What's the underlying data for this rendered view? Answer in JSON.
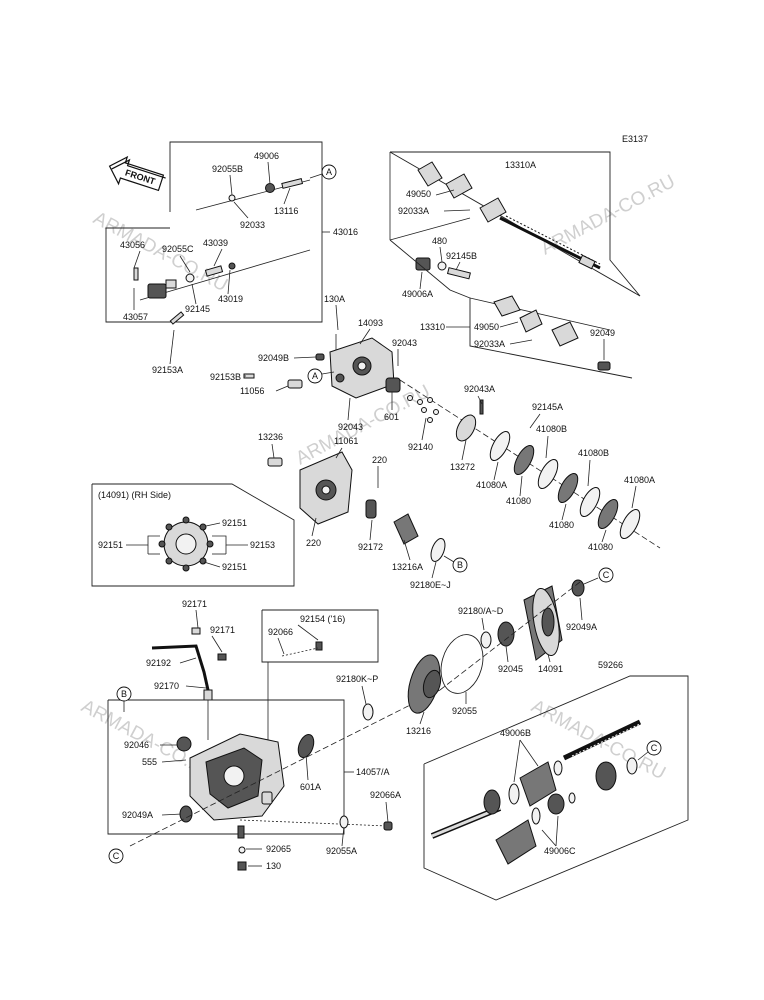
{
  "diagram_code": "E3137",
  "front_label": "FRONT",
  "watermark": "ARMADA-CO.RU",
  "rh_side_note": "(14091) (RH Side)",
  "ref_letters": {
    "a": "A",
    "b": "B",
    "c": "C"
  },
  "parts": {
    "p92055B": "92055B",
    "p49006": "49006",
    "p92033": "92033",
    "p13116": "13116",
    "p43016": "43016",
    "p43056": "43056",
    "p92055C": "92055C",
    "p43039": "43039",
    "p43019": "43019",
    "p43057": "43057",
    "p92145": "92145",
    "p92153A": "92153A",
    "p13310A": "13310A",
    "p49050a": "49050",
    "p92033Aa": "92033A",
    "p480": "480",
    "p92145B": "92145B",
    "p49006A": "49006A",
    "p13310": "13310",
    "p49050b": "49050",
    "p92033Ab": "92033A",
    "p92049": "92049",
    "p130A": "130A",
    "p14093": "14093",
    "p92043a": "92043",
    "p92049B": "92049B",
    "p92153B": "92153B",
    "p11056": "11056",
    "p92043b": "92043",
    "p601": "601",
    "p92140": "92140",
    "p92043A": "92043A",
    "p92145A": "92145A",
    "p13272": "13272",
    "p41080Aa": "41080A",
    "p41080Ba": "41080B",
    "p41080a": "41080",
    "p41080Bb": "41080B",
    "p41080b": "41080",
    "p41080Ab": "41080A",
    "p41080c": "41080",
    "p13236": "13236",
    "p11061": "11061",
    "p220a": "220",
    "p220b": "220",
    "p92172": "92172",
    "p13216A": "13216A",
    "p92180EJ": "92180E~J",
    "p92151a": "92151",
    "p92151b": "92151",
    "p92153": "92153",
    "p92151c": "92151",
    "p92171a": "92171",
    "p92171b": "92171",
    "p92154": "92154 ('16)",
    "p92066": "92066",
    "p92192": "92192",
    "p92170": "92170",
    "p92180AD": "92180/A~D",
    "p92045": "92045",
    "p14091": "14091",
    "p92049A": "92049A",
    "p92180KP": "92180K~P",
    "p92055": "92055",
    "p13216": "13216",
    "p59266": "59266",
    "p92046": "92046",
    "p555": "555",
    "p601A": "601A",
    "p14057": "14057/A",
    "p92049Ab": "92049A",
    "p92066A": "92066A",
    "p92065": "92065",
    "p92055A": "92055A",
    "p130": "130",
    "p49006B": "49006B",
    "p49006C": "49006C"
  }
}
